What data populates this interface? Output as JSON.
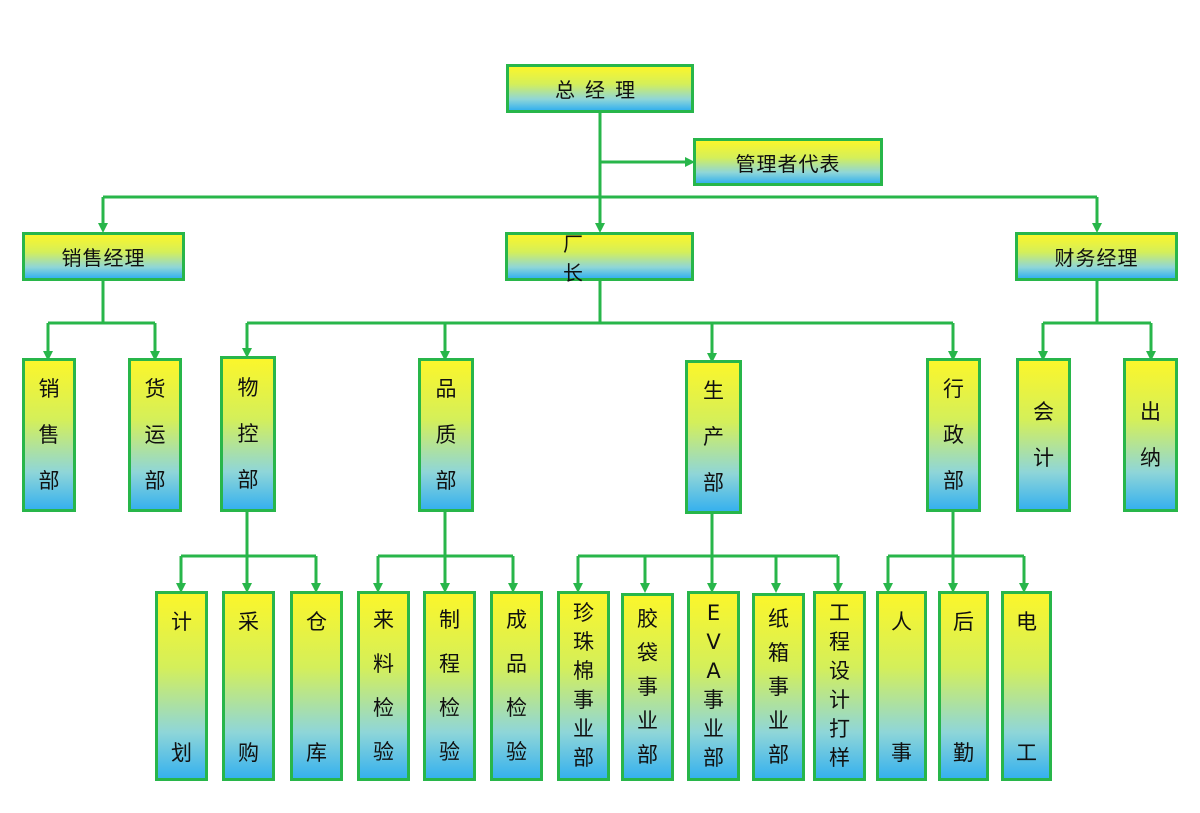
{
  "colors": {
    "line": "#28b64a",
    "border": "#28b64a",
    "gradient_top": "#fbf62b",
    "gradient_bottom": "#36b1ee"
  },
  "nodes": {
    "general_manager": "总经理",
    "management_rep": "管理者代表",
    "sales_manager": "销售经理",
    "factory_director": "厂长",
    "finance_manager": "财务经理",
    "sales_dept": "销售部",
    "freight_dept": "货运部",
    "material_control_dept": "物控部",
    "quality_dept": "品质部",
    "production_dept": "生产部",
    "admin_dept": "行政部",
    "accounting": "会计",
    "cashier": "出纳",
    "planning": "计划",
    "purchasing": "采购",
    "warehouse": "仓库",
    "incoming_inspection": "来料检验",
    "process_inspection": "制程检验",
    "finished_inspection": "成品检验",
    "pearl_cotton_division": "珍珠棉事业部",
    "bag_division": "胶袋事业部",
    "eva_division": "EVA事业部",
    "carton_division": "纸箱事业部",
    "engineering_design": "工程设计打样",
    "personnel": "人事",
    "logistics": "后勤",
    "electrician": "电工"
  }
}
